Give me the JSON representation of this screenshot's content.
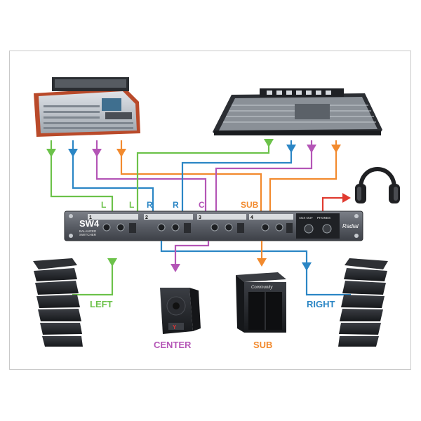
{
  "colors": {
    "left": "#6cc24a",
    "right": "#2b86c5",
    "center": "#b455b6",
    "sub": "#f28a2e",
    "phones": "#e03a2f"
  },
  "signal_labels": {
    "l1": "L",
    "l2": "L",
    "r1": "R",
    "r2": "R",
    "c": "C",
    "sub": "SUB"
  },
  "outputs": {
    "left": "LEFT",
    "center": "CENTER",
    "sub": "SUB",
    "right": "RIGHT"
  },
  "switcher": {
    "model": "SW4",
    "subtitle_line1": "BALANCED",
    "subtitle_line2": "SWITCHER",
    "brand": "Radial",
    "channel_1": "1",
    "channel_2": "2",
    "channel_3": "3",
    "channel_4": "4",
    "auto_label": "AUX OUT",
    "phones_label": "PHONES"
  },
  "sub_cabinet_brand": "Community",
  "icons": [
    "mixing-console-icon",
    "headphones-icon",
    "line-array-speaker-icon",
    "monitor-speaker-icon",
    "subwoofer-icon"
  ]
}
